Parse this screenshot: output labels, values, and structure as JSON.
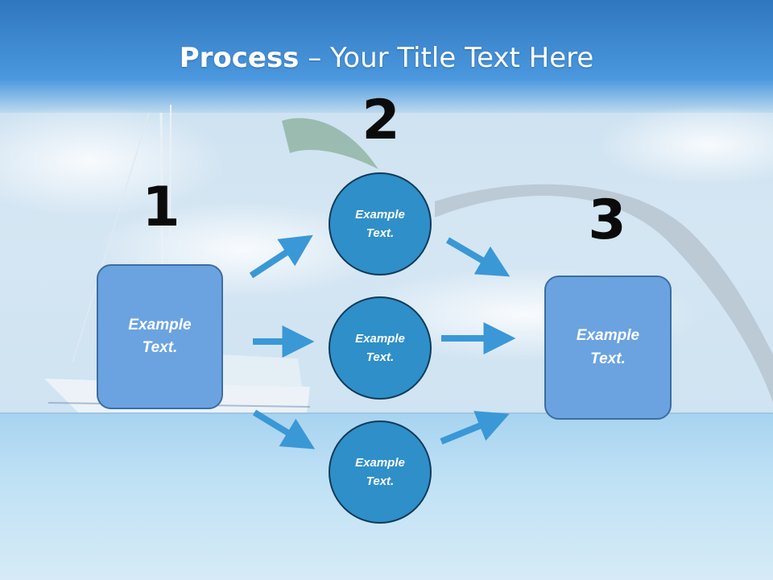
{
  "title": {
    "bold": "Process",
    "rest": " – Your Title Text Here"
  },
  "steps": [
    {
      "number": "1",
      "label": "Example\nText."
    },
    {
      "number": "2",
      "label": ""
    },
    {
      "number": "3",
      "label": "Example\nText."
    }
  ],
  "circles": [
    {
      "label": "Example\nText."
    },
    {
      "label": "Example\nText."
    },
    {
      "label": "Example\nText."
    }
  ],
  "colors": {
    "box_fill": "#6aa3e0",
    "circle_fill": "#2f8fc8",
    "arrow": "#3a98d6",
    "sky_top": "#3a84cf",
    "water": "#bfe0f4"
  }
}
